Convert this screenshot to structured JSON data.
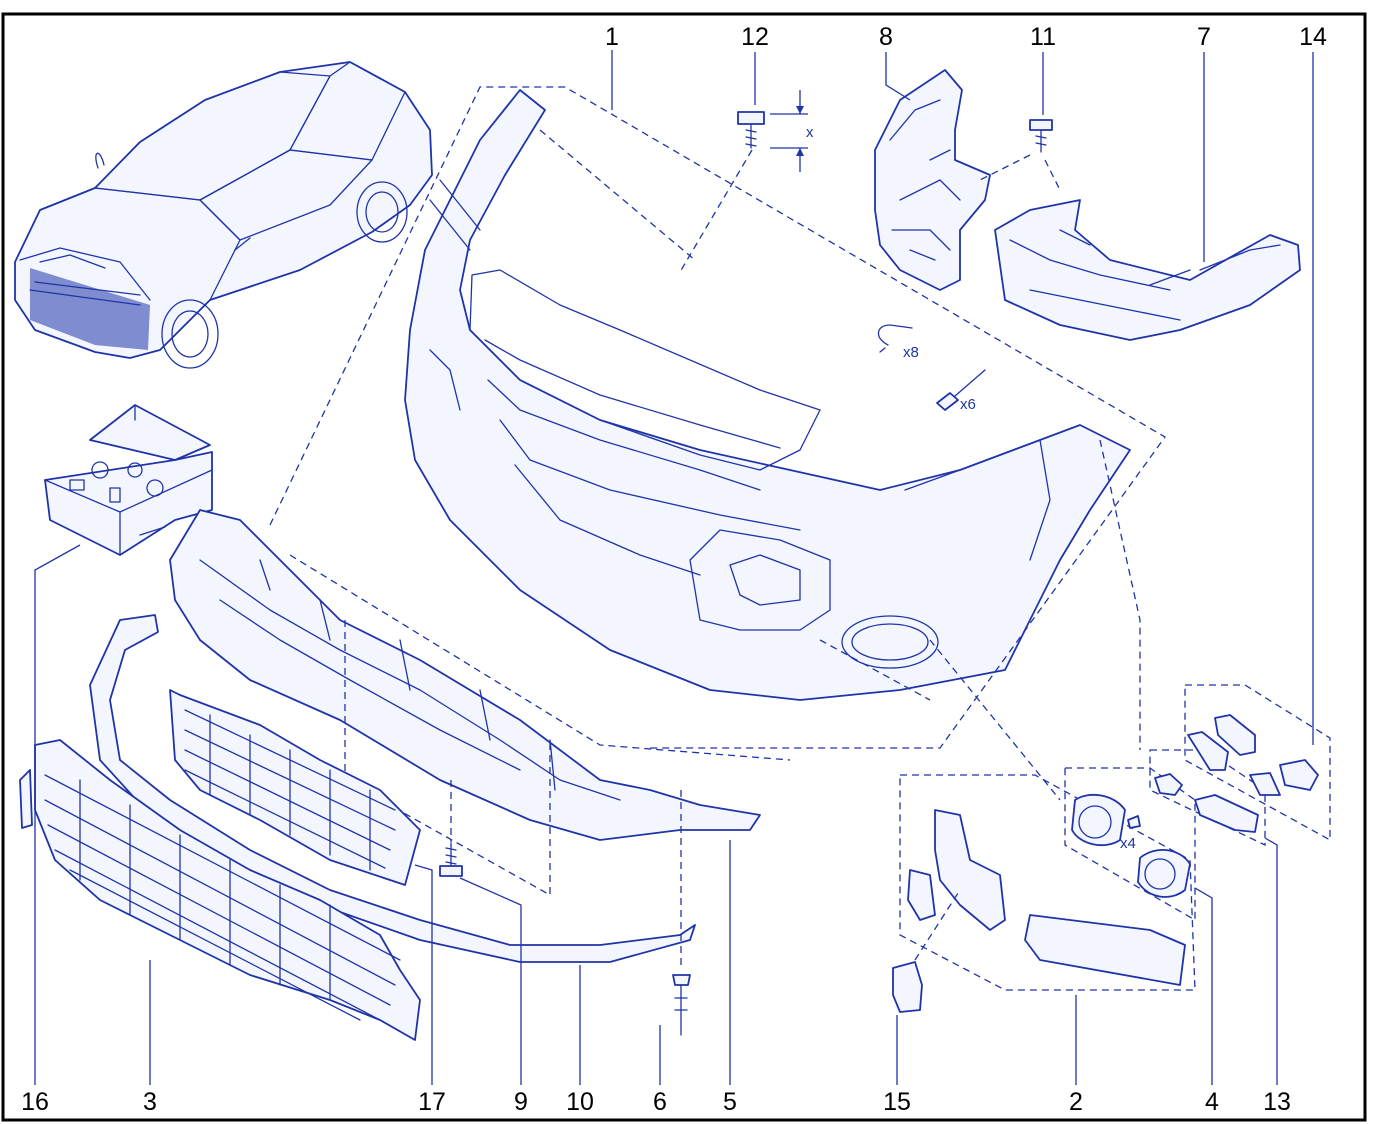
{
  "diagram": {
    "part_labels": [
      {
        "id": "p1",
        "text": "1"
      },
      {
        "id": "p12",
        "text": "12"
      },
      {
        "id": "p8",
        "text": "8"
      },
      {
        "id": "p11",
        "text": "11"
      },
      {
        "id": "p7",
        "text": "7"
      },
      {
        "id": "p14",
        "text": "14"
      },
      {
        "id": "p16",
        "text": "16"
      },
      {
        "id": "p3",
        "text": "3"
      },
      {
        "id": "p17",
        "text": "17"
      },
      {
        "id": "p9",
        "text": "9"
      },
      {
        "id": "p10",
        "text": "10"
      },
      {
        "id": "p6",
        "text": "6"
      },
      {
        "id": "p5",
        "text": "5"
      },
      {
        "id": "p15",
        "text": "15"
      },
      {
        "id": "p2",
        "text": "2"
      },
      {
        "id": "p4",
        "text": "4"
      },
      {
        "id": "p13",
        "text": "13"
      }
    ],
    "annotations": {
      "clip_quantity": "x8",
      "rivet_quantity": "x6",
      "screw_quantity": "x4",
      "screw_length_dim": "x"
    },
    "line_color": "#1f34a8",
    "label_color": "#000000",
    "background_color": "#ffffff"
  }
}
